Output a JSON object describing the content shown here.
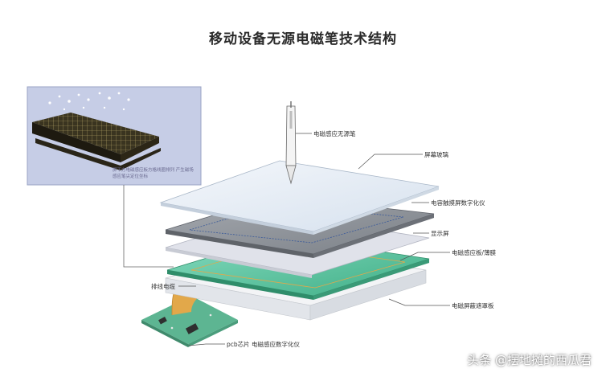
{
  "title": "移动设备无源电磁笔技术结构",
  "labels": {
    "pen": "电磁感应无源笔",
    "screen_glass": "屏幕玻璃",
    "capacitive": "电容触摸屏数字化仪",
    "display": "显示屏",
    "sensor": "电磁感应板/薄膜",
    "shield": "电磁屏蔽遮罩板",
    "cable": "排线电缆",
    "pcb": "pcb芯片 电磁感应数字化仪"
  },
  "inset_caption": "屏下方电磁感应板方格线圈排列 产生磁场感应笔尖定位坐标",
  "watermark": "头条 @摆地摊的西瓜君",
  "colors": {
    "glass": "#e6eef6",
    "capacitive": "#8e9298",
    "display": "#dcdfe8",
    "sensor": "#55c6a0",
    "shield": "#f0f2f4",
    "cable": "#e2a84a",
    "pcb": "#5db592",
    "inset_bg": "#c8cfe8"
  }
}
